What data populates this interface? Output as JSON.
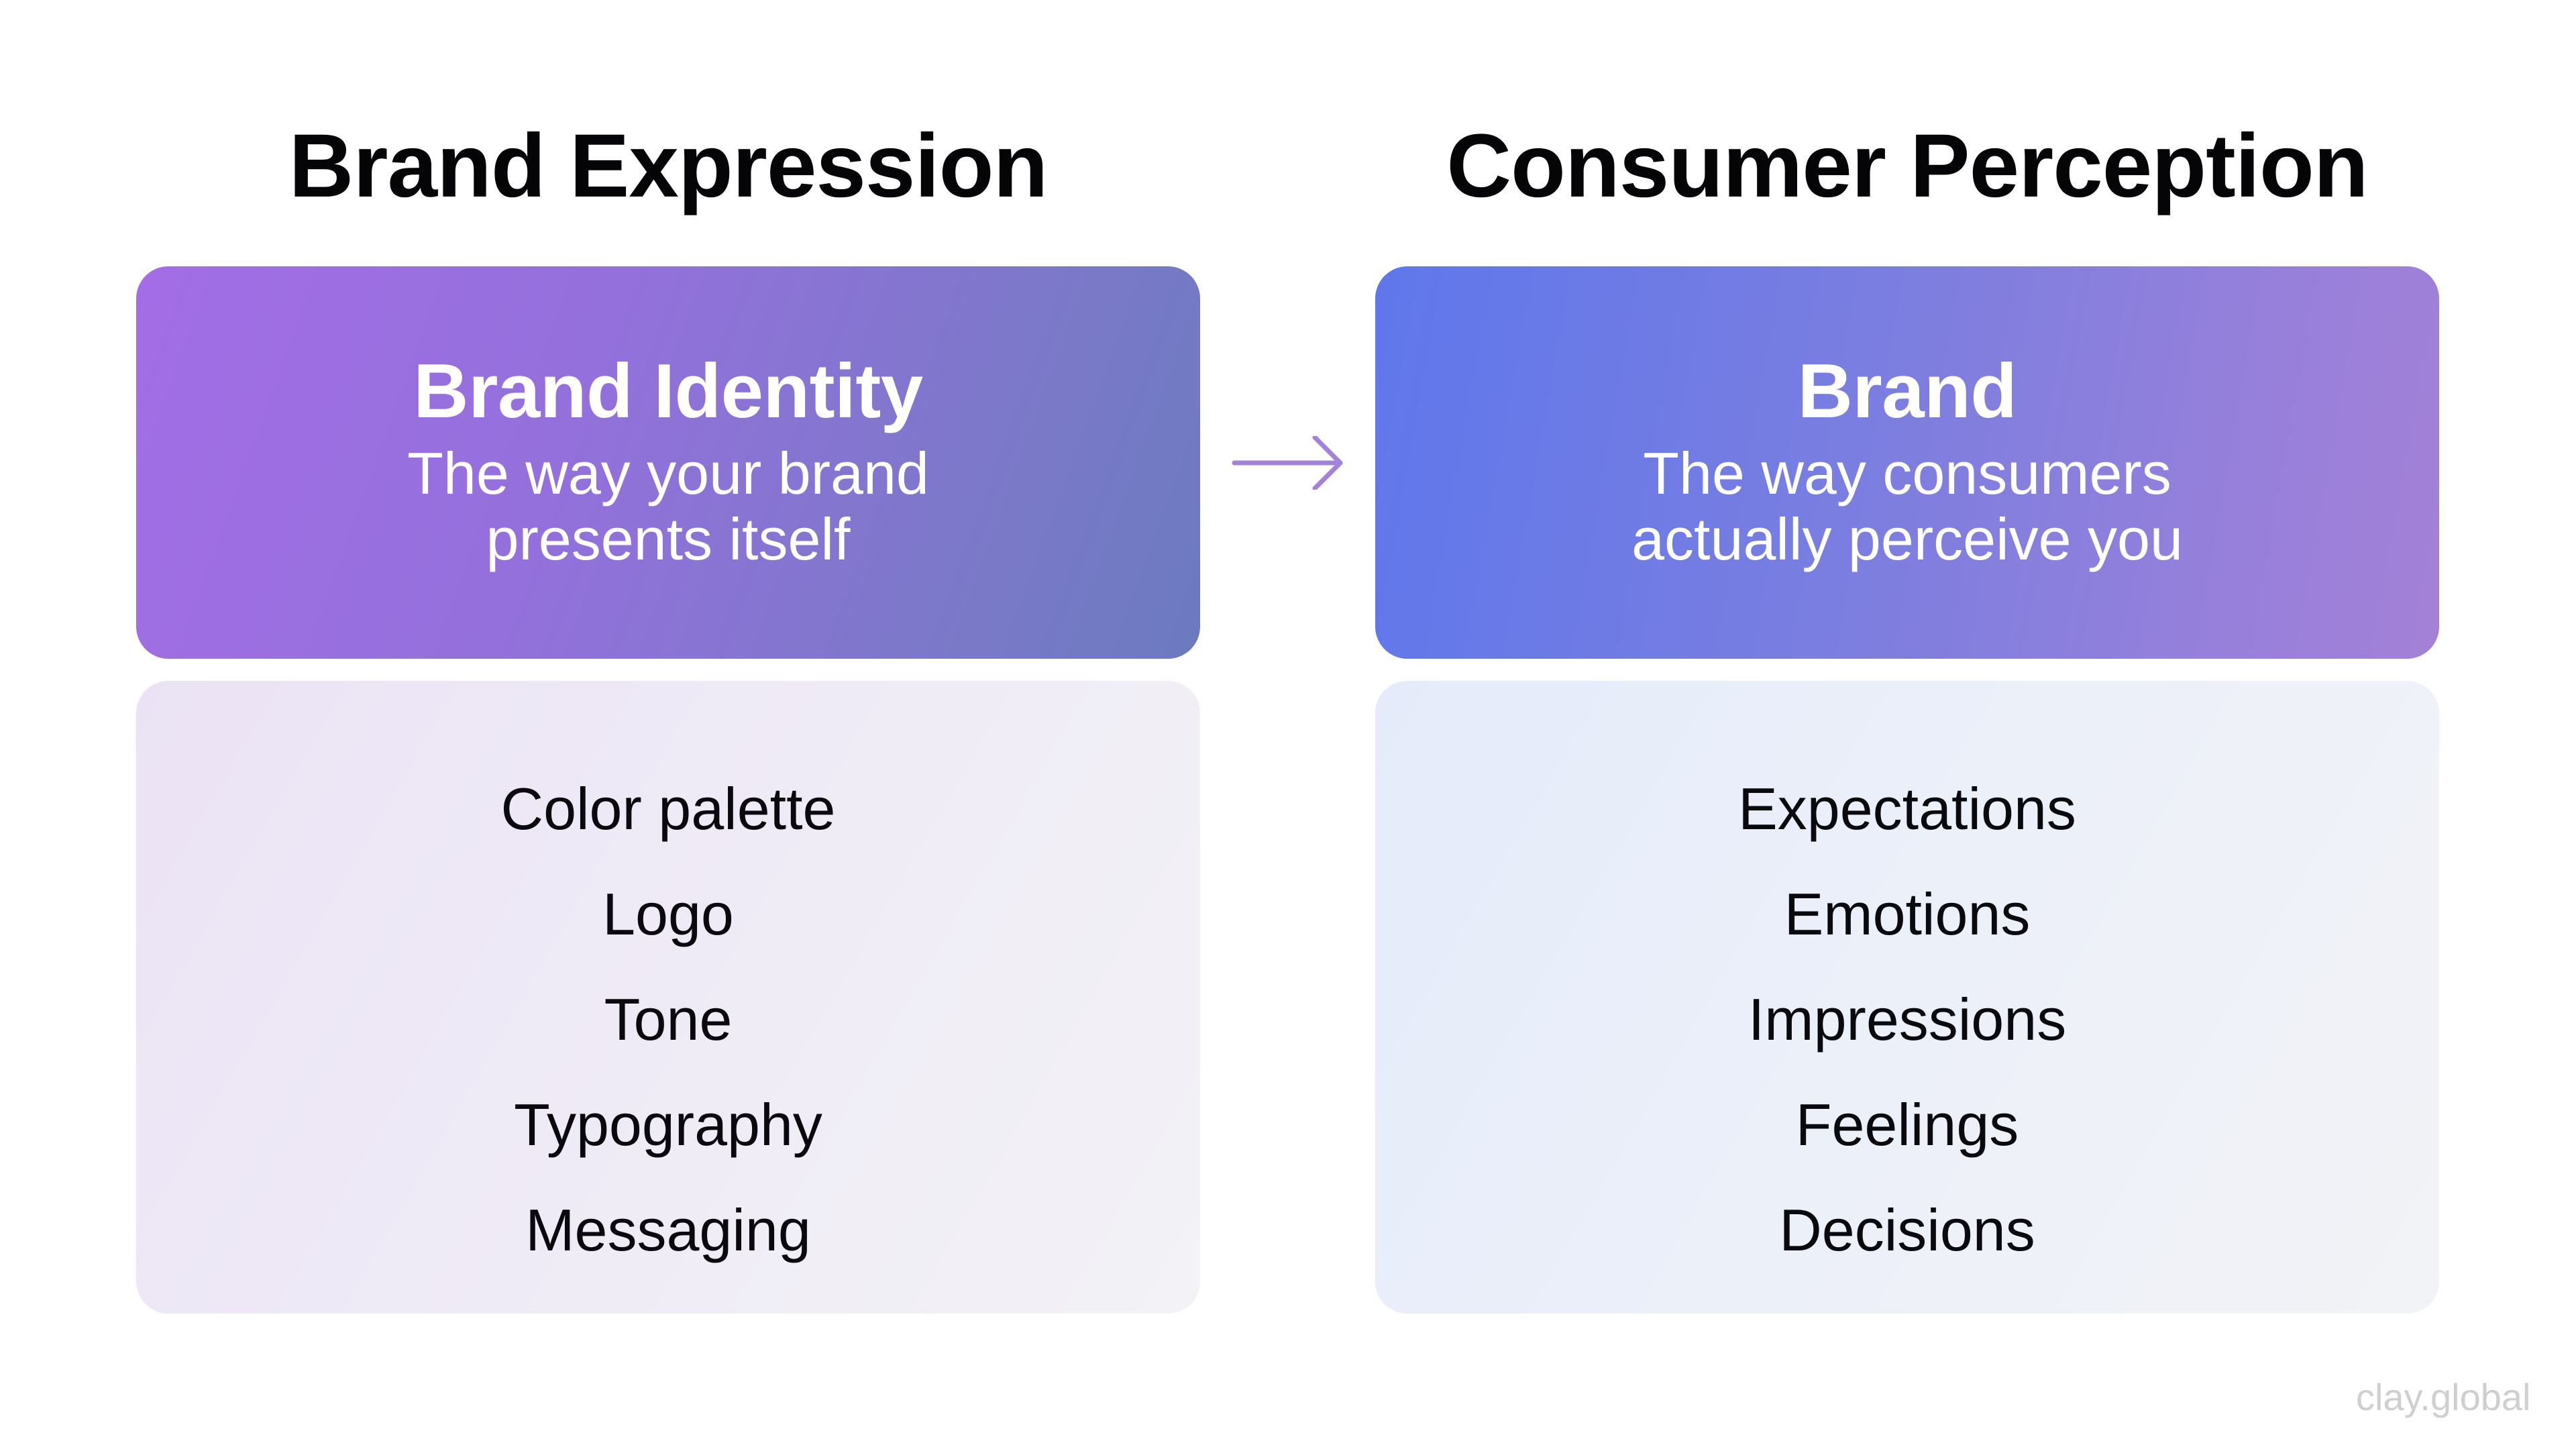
{
  "columns": [
    {
      "heading": "Brand Expression",
      "card": {
        "title": "Brand Identity",
        "subtitle_lines": [
          "The way your brand",
          "presents itself"
        ]
      },
      "items": [
        "Color palette",
        "Logo",
        "Tone",
        "Typography",
        "Messaging"
      ]
    },
    {
      "heading": "Consumer Perception",
      "card": {
        "title": "Brand",
        "subtitle_lines": [
          "The way consumers",
          "actually perceive you"
        ]
      },
      "items": [
        "Expectations",
        "Emotions",
        "Impressions",
        "Feelings",
        "Decisions"
      ]
    }
  ],
  "connector": {
    "icon": "arrow-right-icon",
    "color": "#a382da"
  },
  "colors": {
    "left_card_gradient": [
      "#a36de6",
      "#6b7ac0"
    ],
    "right_card_gradient": [
      "#5f77ec",
      "#a381d6"
    ],
    "left_list_bg": "#ece6f5",
    "right_list_bg": "#e8edf9",
    "text": "#0a0a0e",
    "watermark": "#cfcfcf"
  },
  "watermark": "clay.global"
}
